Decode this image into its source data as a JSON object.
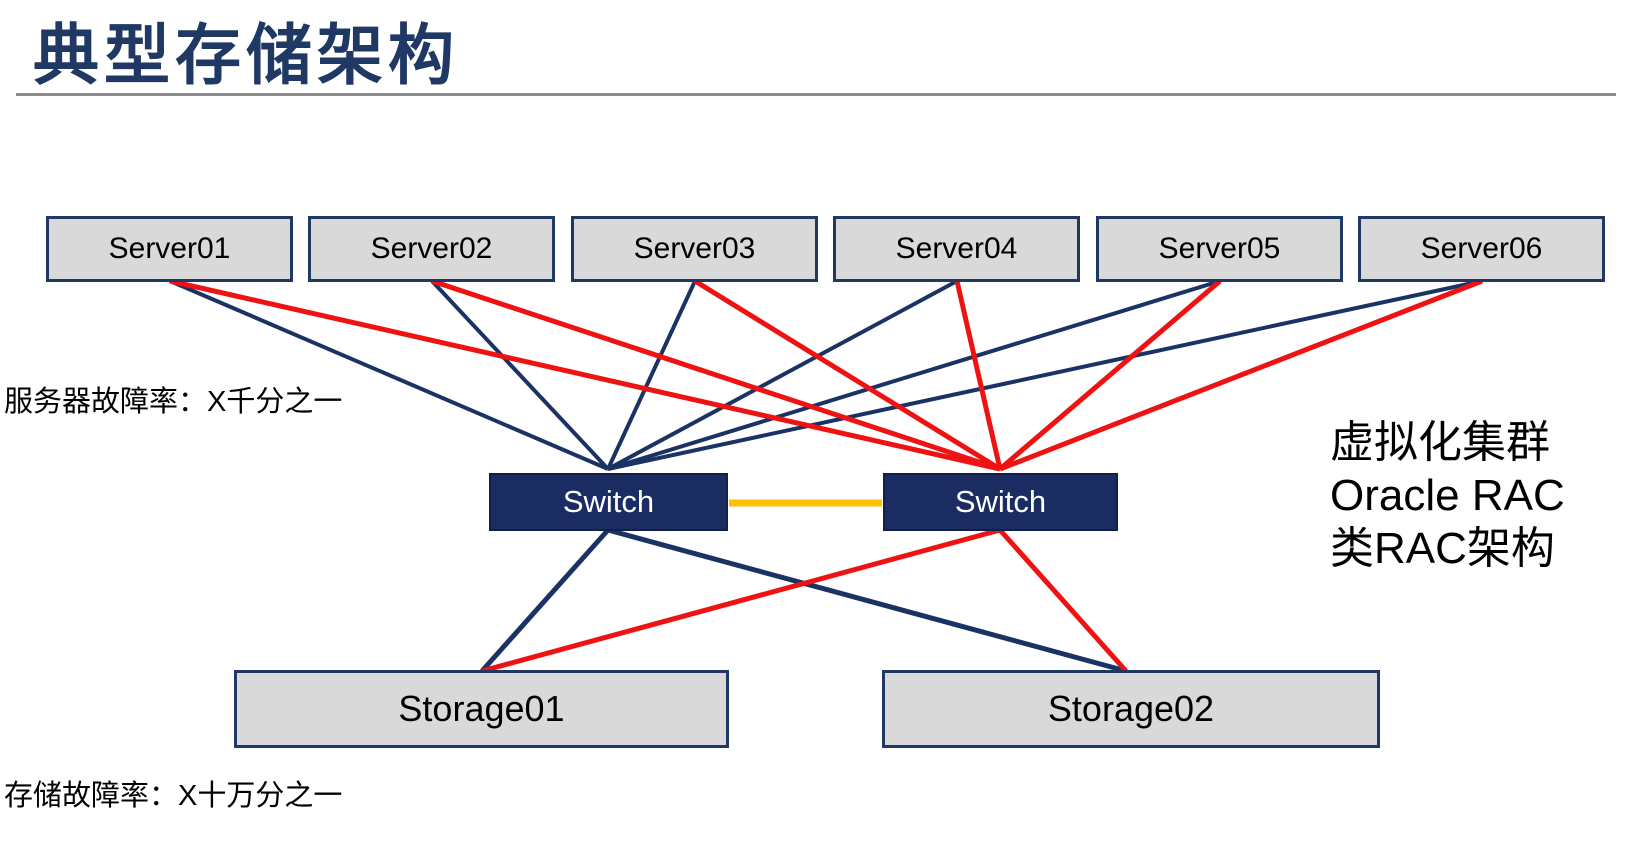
{
  "slide": {
    "title": "典型存储架构",
    "server_failure_note": "服务器故障率：X千分之一",
    "storage_failure_note": "存储故障率：X十万分之一",
    "cluster_note": {
      "line1": "虚拟化集群",
      "line2": "Oracle RAC",
      "line3": "类RAC架构"
    }
  },
  "diagram": {
    "servers": [
      {
        "label": "Server01"
      },
      {
        "label": "Server02"
      },
      {
        "label": "Server03"
      },
      {
        "label": "Server04"
      },
      {
        "label": "Server05"
      },
      {
        "label": "Server06"
      }
    ],
    "switches": [
      {
        "label": "Switch"
      },
      {
        "label": "Switch"
      }
    ],
    "storages": [
      {
        "label": "Storage01"
      },
      {
        "label": "Storage02"
      }
    ],
    "colors": {
      "title_navy": "#1F3864",
      "link_blue": "#1B3364",
      "link_red": "#EE1212",
      "inter_switch_orange": "#FFC000",
      "node_fill": "#D9D9D9",
      "node_border": "#1F3864",
      "switch_fill": "#1B2C63",
      "divider_gray": "#8C8C8C"
    }
  }
}
